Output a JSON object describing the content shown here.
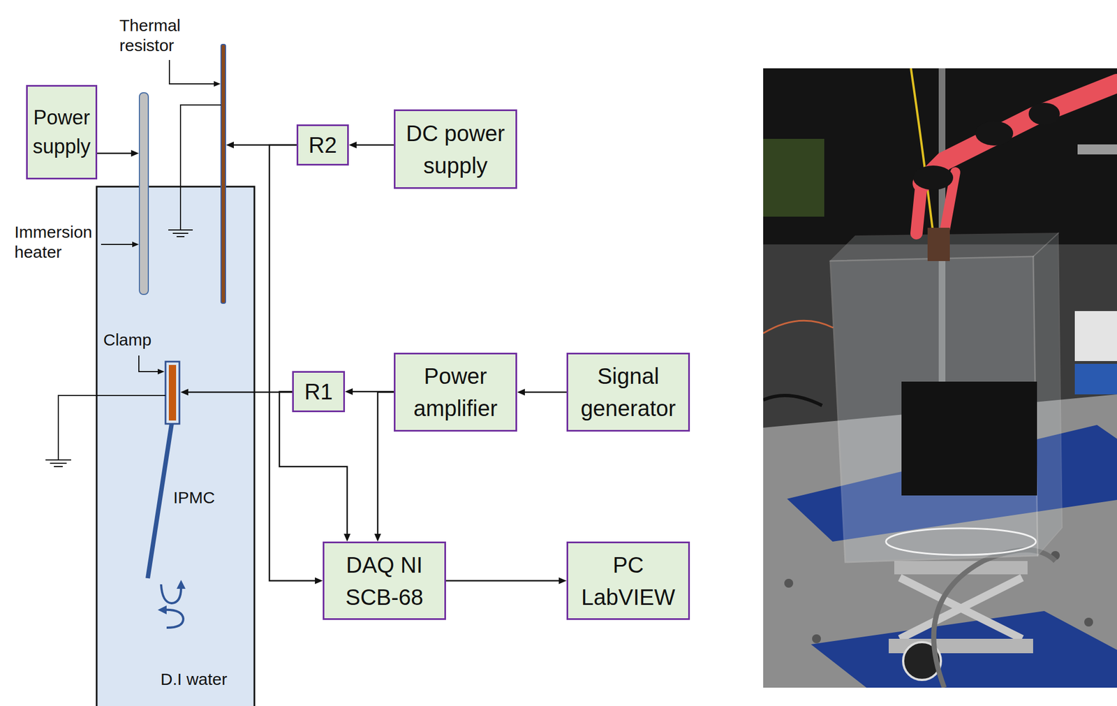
{
  "diagram": {
    "nodes": [
      {
        "text": [
          "Power supply"
        ]
      },
      {
        "text": [
          "R2"
        ]
      },
      {
        "text": [
          "DC power supply"
        ]
      },
      {
        "text": [
          "R1"
        ]
      },
      {
        "text": [
          "Power amplifier"
        ]
      },
      {
        "text": [
          "Signal generator"
        ]
      },
      {
        "text": [
          "DAQ NI SCB-68"
        ]
      },
      {
        "text": [
          "PC LabVIEW"
        ]
      }
    ],
    "edges": [
      {
        "from": 2,
        "to": 1,
        "arrow": "to"
      },
      {
        "from": 1,
        "to": 6,
        "arrow": "to"
      },
      {
        "from": 5,
        "to": 4,
        "arrow": "to"
      },
      {
        "from": 4,
        "to": 3,
        "arrow": "to"
      },
      {
        "from": 4,
        "to": 6,
        "arrow": "to"
      },
      {
        "from": 3,
        "to": 6,
        "arrow": "to"
      },
      {
        "from": 6,
        "to": 7,
        "arrow": "to"
      }
    ],
    "labels": [
      "Thermal resistor",
      "Immersion heater",
      "Clamp",
      "IPMC",
      "D.I water"
    ]
  }
}
